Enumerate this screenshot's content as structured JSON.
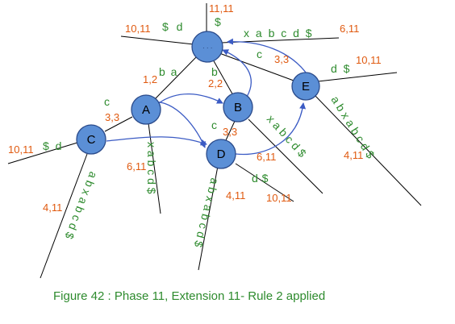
{
  "diagram": {
    "nodes": {
      "root": "",
      "A": "A",
      "B": "B",
      "C": "C",
      "D": "D",
      "E": "E"
    },
    "labels": {
      "root_top_index": "11,11",
      "root_top_dollar": "$",
      "root_left_index": "10,11",
      "root_left_text": "$ d",
      "root_right_text": "x a b c d $",
      "root_right_index": "6,11",
      "rootA_index": "1,2",
      "rootA_text": "b a",
      "rootB_index": "2,2",
      "rootB_text": "b",
      "rootE_text": "c",
      "rootE_index": "3,3",
      "AC_text": "c",
      "AC_index": "3,3",
      "A_leaf_index": "6,11",
      "A_leaf_text": "x a b c d $",
      "C_left_index": "10,11",
      "C_left_text": "$ d",
      "C_leaf_index": "4,11",
      "C_leaf_text": "a b x a b c d $",
      "BD_text": "c",
      "BD_index": "3,3",
      "B_leaf_text": "x a b c d $",
      "B_leaf_index": "6,11",
      "D_left_text": "a b x a b c d $",
      "D_left_index": "4,11",
      "D_right_text": "d $",
      "D_right_index": "10,11",
      "E_top_text": "d $",
      "E_top_index": "10,11",
      "E_leaf_text": "a b x a b c d $",
      "E_leaf_index": "4,11"
    },
    "caption": "Figure 42 : Phase 11, Extension 11- Rule 2 applied"
  }
}
